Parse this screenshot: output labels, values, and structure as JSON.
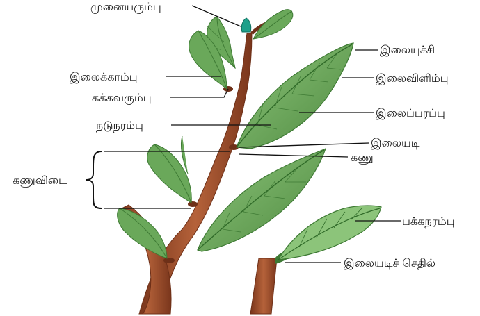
{
  "labels": {
    "bud_apical": "முனையரும்பு",
    "petiole": "இலைக்காம்பு",
    "bud_axillary": "கக்கவரும்பு",
    "midrib": "நடுநரம்பு",
    "internode": "கணுவிடை",
    "leaf_apex": "இலையுச்சி",
    "leaf_margin": "இலைவிளிம்பு",
    "lamina": "இலைப்பரப்பு",
    "leaf_base": "இலையடி",
    "node": "கணு",
    "lateral_vein": "பக்கநரம்பு",
    "stipule": "இலையடிச் செதில்"
  },
  "colors": {
    "leaf": "#5c9a4c",
    "leaf_dark": "#3e7a34",
    "leaf_light": "#8cc47a",
    "stem": "#a0502e",
    "stem_dark": "#6e3018",
    "bud": "#1fa08a",
    "line": "#111111"
  }
}
